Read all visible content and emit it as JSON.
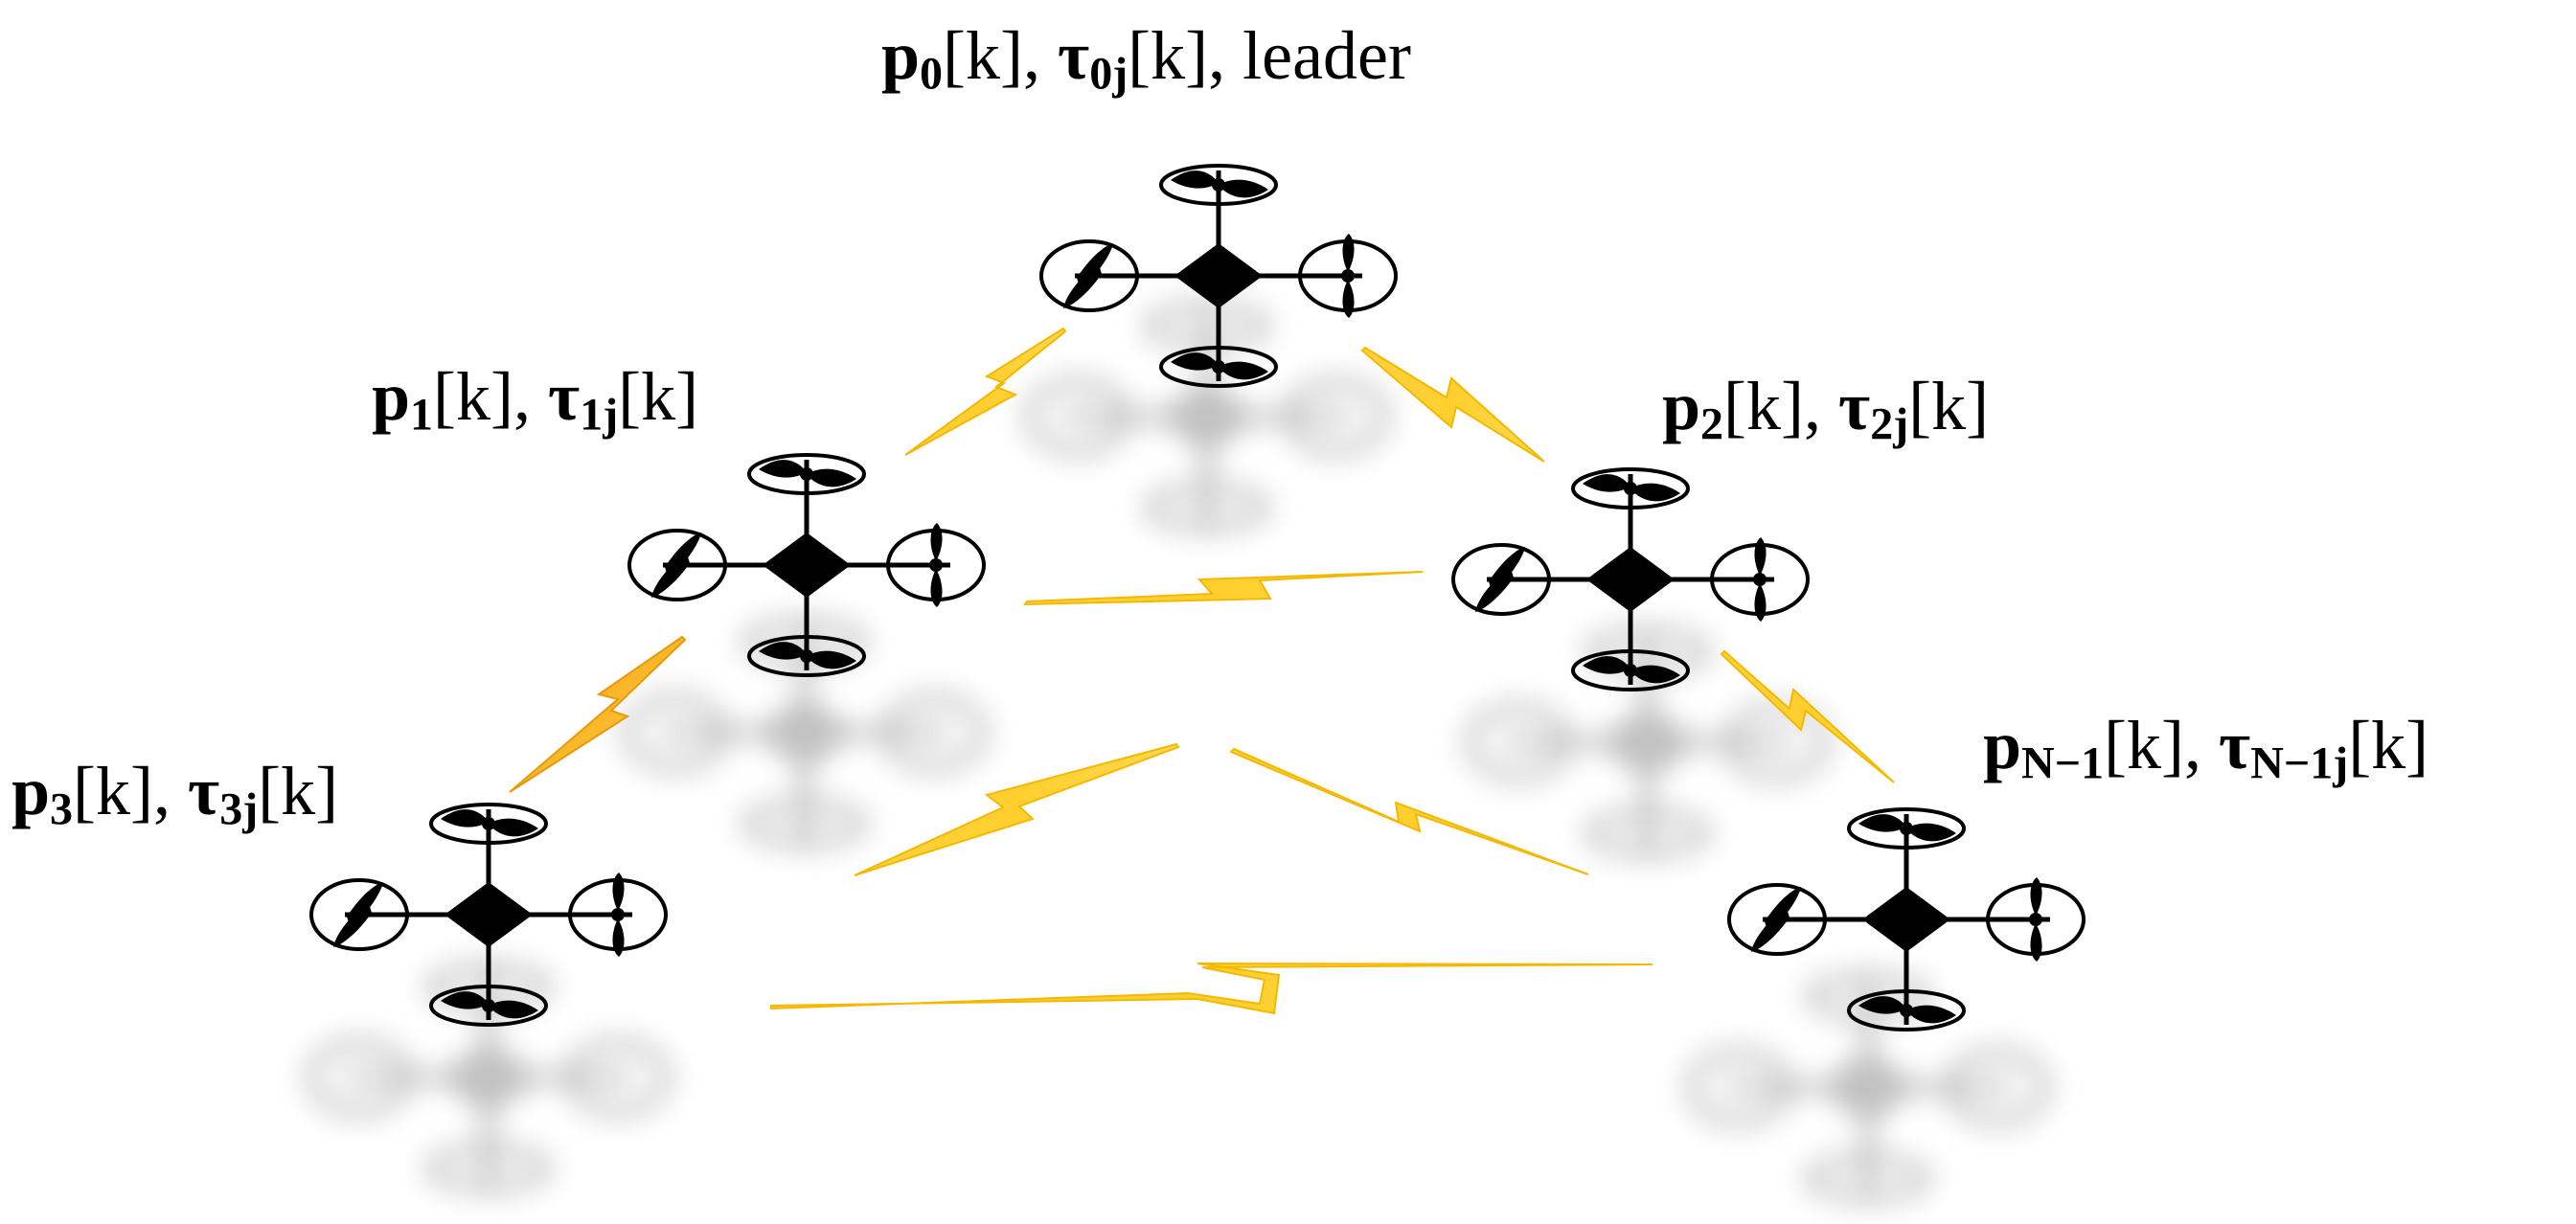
{
  "nodes": [
    {
      "id": "leader",
      "sym_p": "p",
      "sub_p": "0",
      "arg_p": "[k]",
      "sep": ", ",
      "sym_t": "τ",
      "sub_t": "0j",
      "arg_t": "[k]",
      "suffix": ", leader"
    },
    {
      "id": "1",
      "sym_p": "p",
      "sub_p": "1",
      "arg_p": "[k]",
      "sep": ", ",
      "sym_t": "τ",
      "sub_t": "1j",
      "arg_t": "[k]",
      "suffix": ""
    },
    {
      "id": "2",
      "sym_p": "p",
      "sub_p": "2",
      "arg_p": "[k]",
      "sep": ", ",
      "sym_t": "τ",
      "sub_t": "2j",
      "arg_t": "[k]",
      "suffix": ""
    },
    {
      "id": "3",
      "sym_p": "p",
      "sub_p": "3",
      "arg_p": "[k]",
      "sep": ", ",
      "sym_t": "τ",
      "sub_t": "3j",
      "arg_t": "[k]",
      "suffix": ""
    },
    {
      "id": "N-1",
      "sym_p": "p",
      "sub_p": "N−1",
      "arg_p": "[k]",
      "sep": ", ",
      "sym_t": "τ",
      "sub_t": "N−1j",
      "arg_t": "[k]",
      "suffix": ""
    }
  ],
  "links": [
    {
      "from": "leader",
      "to": "1"
    },
    {
      "from": "leader",
      "to": "2"
    },
    {
      "from": "1",
      "to": "2"
    },
    {
      "from": "1",
      "to": "3"
    },
    {
      "from": "2",
      "to": "N-1"
    },
    {
      "from": "3",
      "to": "2"
    },
    {
      "from": "1",
      "to": "N-1"
    },
    {
      "from": "3",
      "to": "N-1"
    }
  ],
  "colors": {
    "lightning": "#ffd23f",
    "lightning_edge": "#f5b800",
    "lightning_orange": "#f9b233",
    "drone_body": "#000000",
    "shadow": "#9a9a9a"
  },
  "icons": {
    "drone": "quadcopter-icon",
    "link": "lightning-bolt-icon"
  }
}
